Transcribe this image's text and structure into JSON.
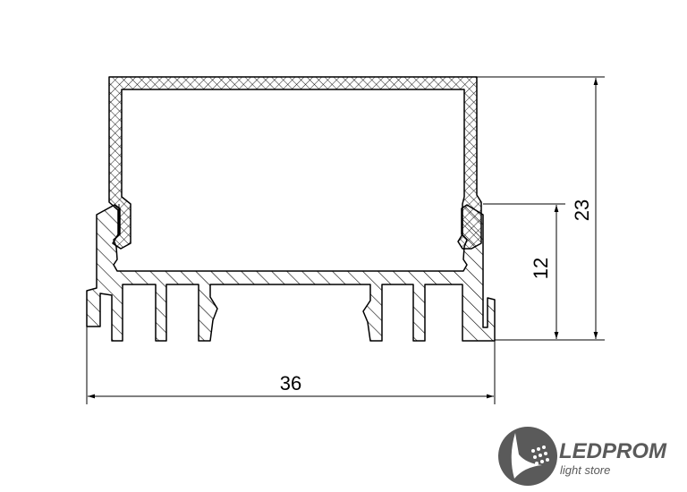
{
  "drawing": {
    "dimensions": {
      "width": "36",
      "total_height": "23",
      "base_height": "12"
    }
  },
  "logo": {
    "name": "LEDPROM",
    "tagline": "light store",
    "color": "#5a5a5a"
  }
}
